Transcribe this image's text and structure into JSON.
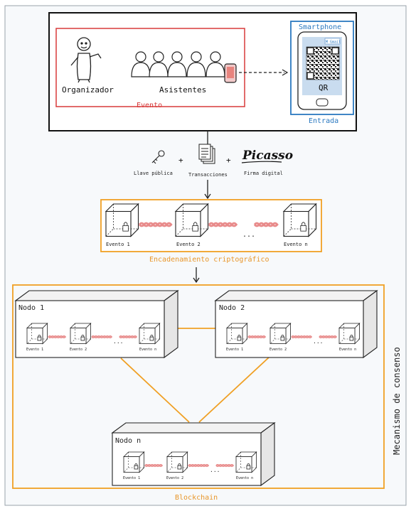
{
  "colors": {
    "evento_border": "#d83a3a",
    "entrada_border": "#2b79c0",
    "orange_border": "#f0a024",
    "chain_link": "#e88a8a",
    "event_label": "#d83a3a",
    "entrada_label": "#2b79c0",
    "orange_label": "#e8962a",
    "outer_bg": "#f7f9fb"
  },
  "top": {
    "organizer_label": "Organizador",
    "attendees_label": "Asistentes",
    "event_box_label": "Evento",
    "phone_title": "Smartphone",
    "gmail_badge": "M Gmail",
    "qr_label": "QR",
    "phone_box_label": "Entrada"
  },
  "inputs": [
    {
      "label": "Llave pública",
      "icon": "key-icon"
    },
    {
      "label": "Transacciones",
      "icon": "documents-icon"
    },
    {
      "label": "Firma digital",
      "icon": "signature-icon"
    }
  ],
  "signature_text": "Picasso",
  "plus_sign": "+",
  "chain": {
    "title": "Encadenamiento criptográfico",
    "blocks": [
      "Evento 1",
      "Evento 2",
      "Evento n"
    ],
    "ellipsis": "..."
  },
  "nodes": [
    {
      "name": "Nodo 1"
    },
    {
      "name": "Nodo 2"
    },
    {
      "name": "Nodo n"
    }
  ],
  "blockchain_label": "Blockchain",
  "consensus_label": "Mecanismo de consenso"
}
